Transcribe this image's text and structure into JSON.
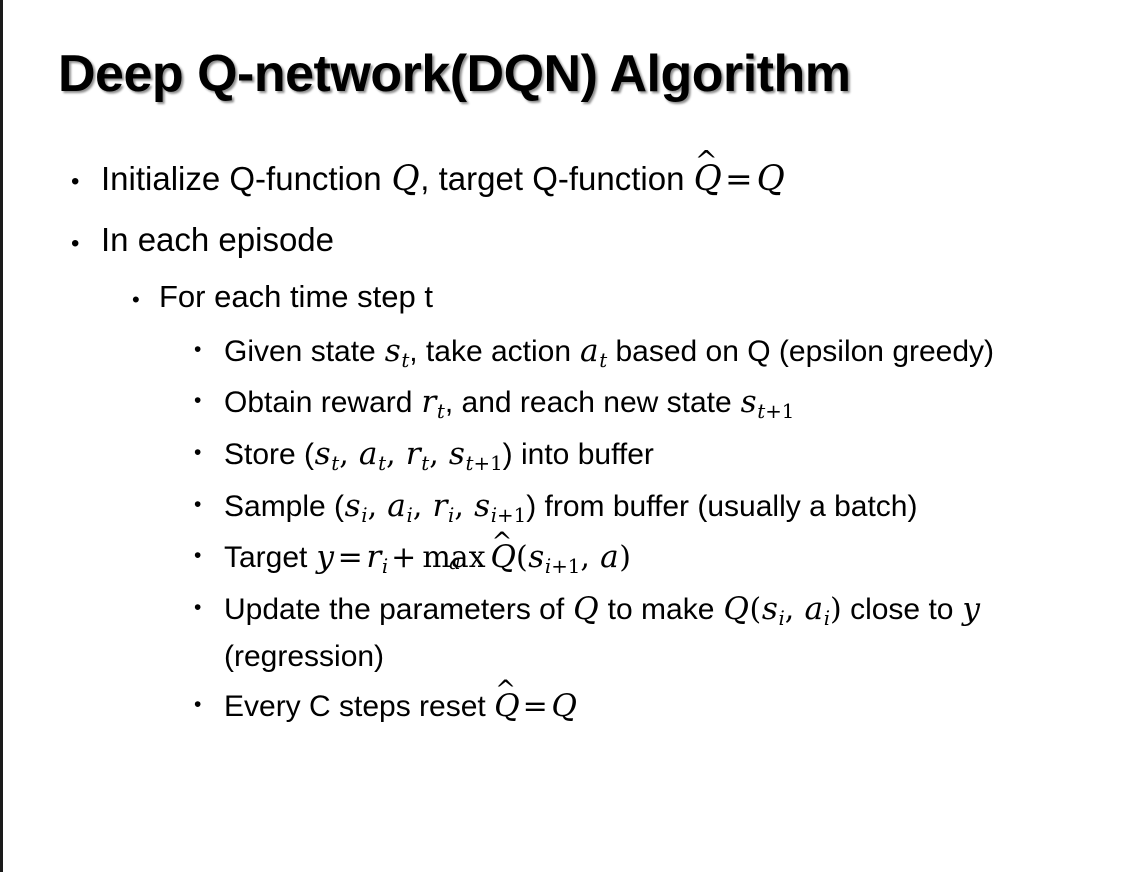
{
  "slide": {
    "title": "Deep Q-network(DQN) Algorithm",
    "background_color": "#ffffff",
    "text_color": "#000000",
    "border_color": "#1a1a1a",
    "bullet_glyph": "•"
  },
  "bullets": {
    "b1": {
      "level": 1,
      "pre": "Initialize Q-function ",
      "var_q1": "Q",
      "mid": ", target Q-function ",
      "qhat_base": "Q",
      "qhat_accent": "^",
      "equals": "=",
      "var_q2": "Q"
    },
    "b2": {
      "level": 1,
      "text": "In each episode"
    },
    "b3": {
      "level": 2,
      "text": "For each time step t"
    },
    "b4": {
      "level": 3,
      "pre": "Given state ",
      "s": "s",
      "s_sub": "t",
      "mid": ", take action ",
      "a": "a",
      "a_sub": "t",
      "post": " based on Q (epsilon greedy)"
    },
    "b5": {
      "level": 3,
      "pre": "Obtain reward ",
      "r": "r",
      "r_sub": "t",
      "mid": ", and reach new state ",
      "s": "s",
      "s_sub_var": "t",
      "s_sub_plus": "+1"
    },
    "b6": {
      "level": 3,
      "pre": "Store (",
      "s1": "s",
      "s1_sub": "t",
      "sep1": ", ",
      "a1": "a",
      "a1_sub": "t",
      "sep2": ", ",
      "r1": "r",
      "r1_sub": "t",
      "sep3": ", ",
      "s2": "s",
      "s2_sub_var": "t",
      "s2_sub_plus": "+1",
      "post": ") into buffer"
    },
    "b7": {
      "level": 3,
      "pre": "Sample (",
      "s1": "s",
      "s1_sub": "i",
      "sep1": ", ",
      "a1": "a",
      "a1_sub": "i",
      "sep2": ", ",
      "r1": "r",
      "r1_sub": "i",
      "sep3": ", ",
      "s2": "s",
      "s2_sub_var": "i",
      "s2_sub_plus": "+1",
      "post": ") from buffer (usually a batch)"
    },
    "b8": {
      "level": 3,
      "pre": "Target ",
      "y": "y",
      "equals": "=",
      "r": "r",
      "r_sub": "i",
      "plus": "+",
      "max_label": "max",
      "max_under": "a",
      "qhat_base": "Q",
      "qhat_accent": "^",
      "open_paren": "(",
      "s": "s",
      "s_sub_var": "i",
      "s_sub_plus": "+1",
      "comma": ", ",
      "a": "a",
      "close_paren": ")"
    },
    "b9": {
      "level": 3,
      "pre": "Update the parameters of ",
      "q1": "Q",
      "mid1": " to make ",
      "q2": "Q",
      "open_paren": "(",
      "s": "s",
      "s_sub": "i",
      "comma": ", ",
      "a": "a",
      "a_sub": "i",
      "close_paren": ")",
      "mid2": " close to ",
      "y": "y",
      "post": " (regression)"
    },
    "b10": {
      "level": 3,
      "pre": "Every C steps reset ",
      "qhat_base": "Q",
      "qhat_accent": "^",
      "equals": "=",
      "q": "Q"
    }
  }
}
